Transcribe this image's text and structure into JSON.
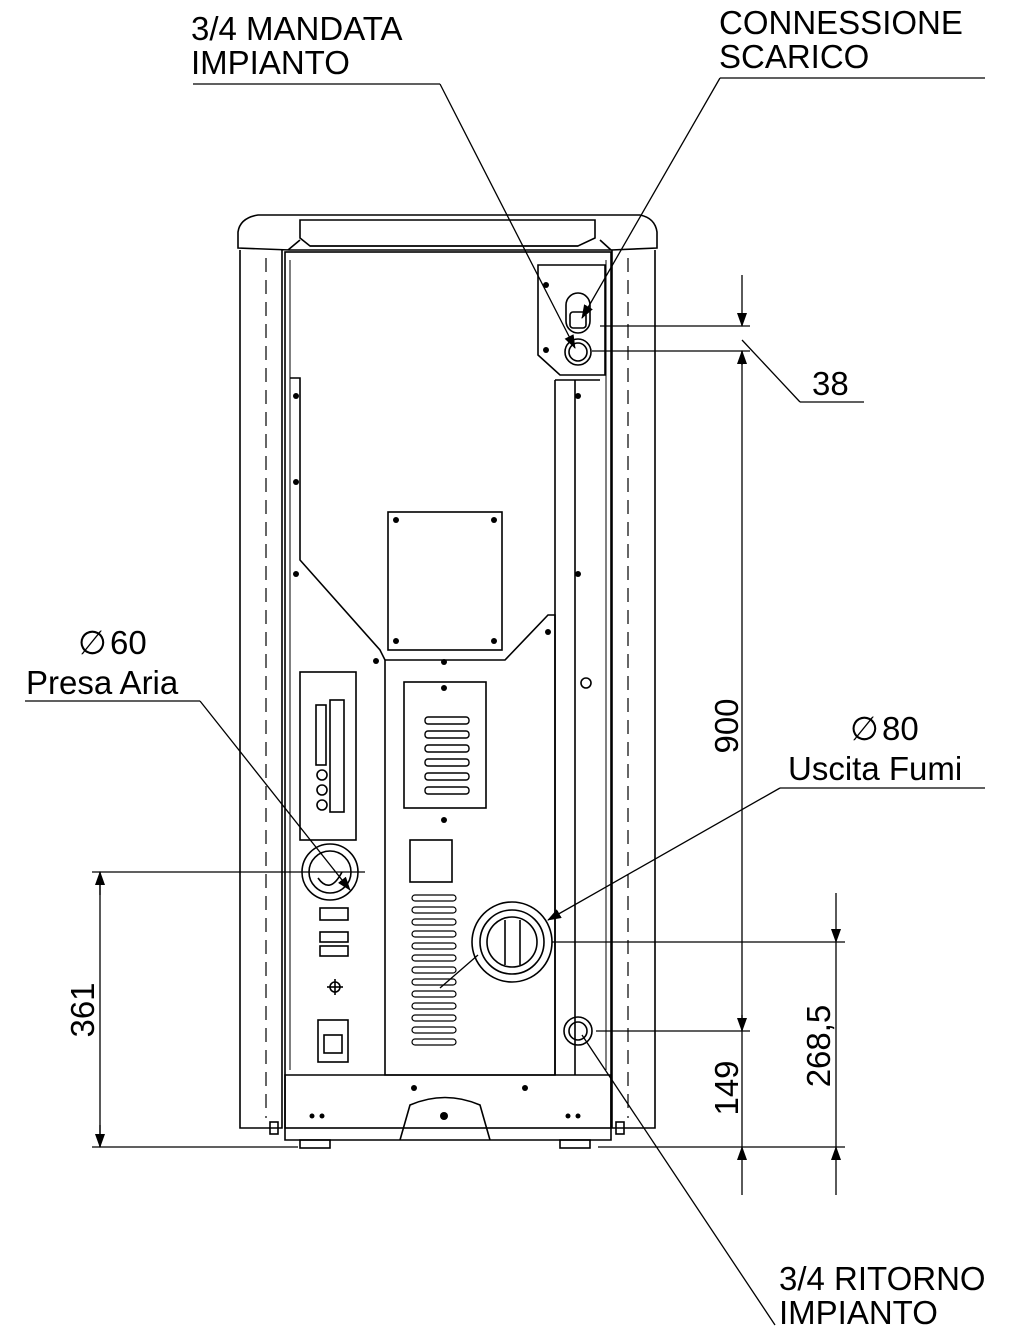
{
  "labels": {
    "mandata": [
      "3/4 MANDATA",
      "IMPIANTO"
    ],
    "scarico": [
      "CONNESSIONE",
      "SCARICO"
    ],
    "presa_aria": {
      "diameter": "60",
      "name": "Presa Aria"
    },
    "uscita_fumi": {
      "diameter": "80",
      "name": "Uscita Fumi"
    },
    "ritorno": [
      "3/4 RITORNO",
      "IMPIANTO"
    ]
  },
  "dimensions": {
    "d38": "38",
    "d900": "900",
    "d361": "361",
    "d149": "149",
    "d268": "268,5"
  },
  "symbols": {
    "diameter_glyph": "∅"
  }
}
